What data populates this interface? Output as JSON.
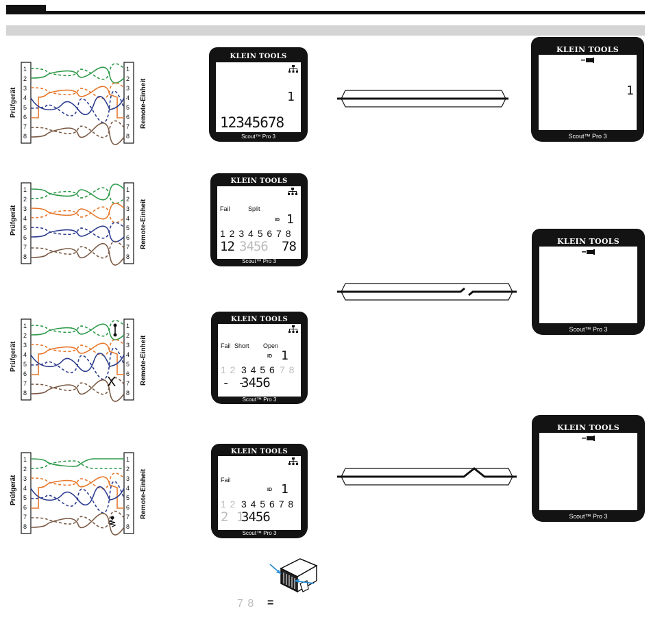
{
  "labels": {
    "tester": "Prüfgerät",
    "remote": "Remote-Einheit"
  },
  "pin_numbers": [
    "1",
    "2",
    "3",
    "4",
    "5",
    "6",
    "7",
    "8"
  ],
  "device": {
    "brand": "KLEIN TOOLS",
    "model": "Scout™ Pro 3"
  },
  "panel1": {
    "lcd_id": "1",
    "lcd_row": "12345678",
    "remote_id": "1"
  },
  "panel2": {
    "status_fail": "Fail",
    "status_split": "Split",
    "id_label": "ID",
    "id_value": "1",
    "row_top": "1 2 3 4 5 6 7 8",
    "row_bottom_left": "12",
    "row_bottom_mid": "3456",
    "row_bottom_right": "78"
  },
  "panel3": {
    "status_fail": "Fail",
    "status_short": "Short",
    "status_open": "Open",
    "id_label": "ID",
    "id_value": "1",
    "row_top_faint_left": "1 2",
    "row_top": "3 4 5 6",
    "row_top_faint_right": "7 8",
    "row_bottom_dashes": "- -",
    "row_bottom": "3456",
    "fault_mark": "X"
  },
  "panel4": {
    "status_fail": "Fail",
    "id_label": "ID",
    "id_value": "1",
    "row_top_faint": "1 2",
    "row_top": "3 4 5 6 7 8",
    "row_bottom_faint": "2 1",
    "row_bottom": "3456"
  },
  "legend": {
    "pins": "7 8",
    "equals": "="
  },
  "colors": {
    "green": "#2e9a4a",
    "orange": "#e8772a",
    "blue": "#2c3d8f",
    "brown": "#7a5a45",
    "device_body": "#131313",
    "header_grey": "#d4d4d4"
  }
}
